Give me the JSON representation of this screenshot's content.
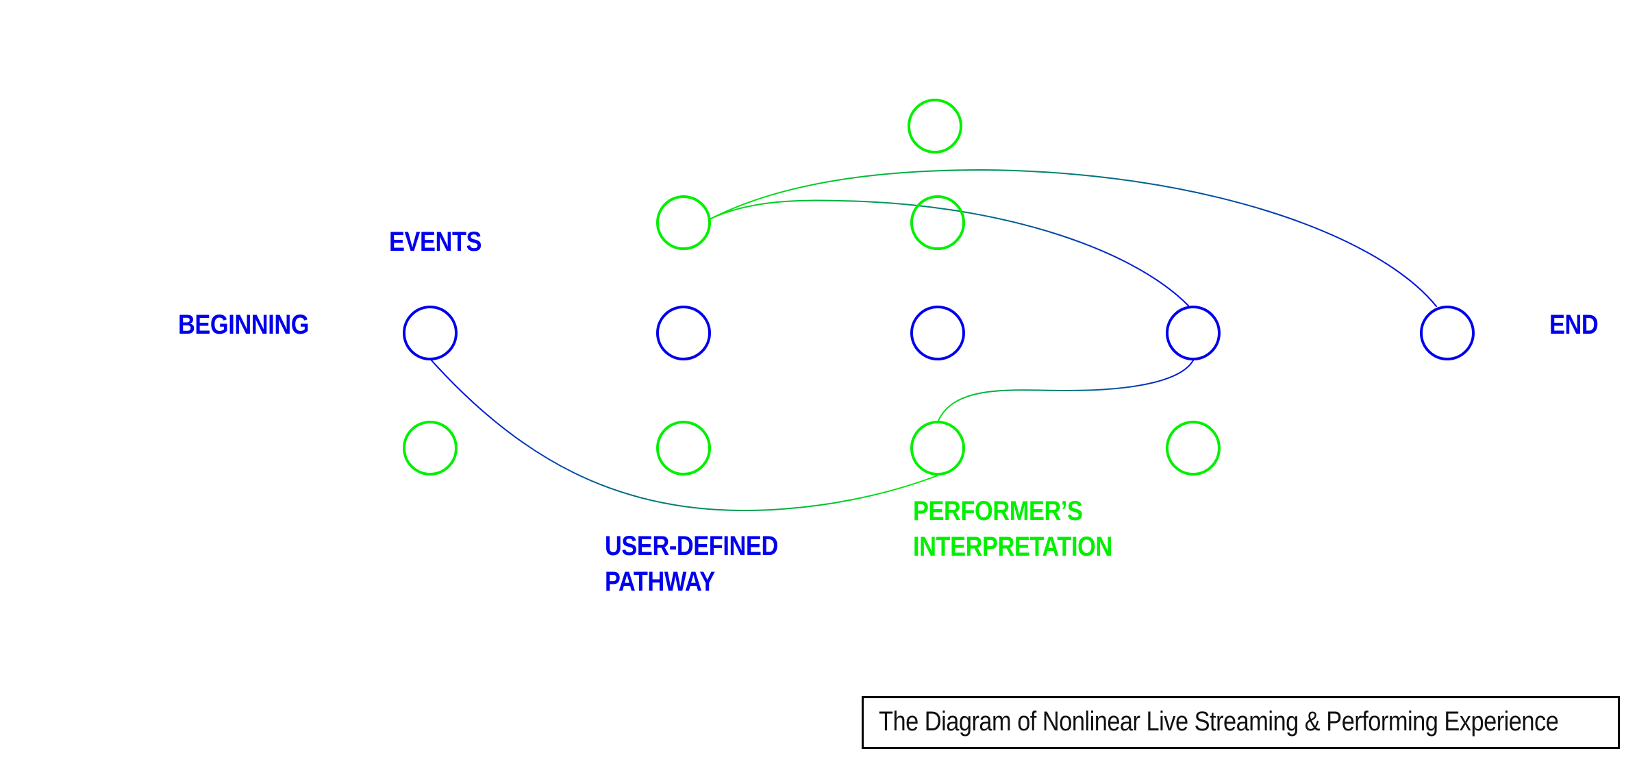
{
  "diagram": {
    "title": "The Diagram of Nonlinear Live Streaming & Performing Experience",
    "colors": {
      "event": "#0000ee",
      "interpretation": "#00f000",
      "caption_border": "#000000",
      "caption_text": "#111111",
      "background": "#ffffff"
    },
    "labels": {
      "beginning": "BEGINNING",
      "events": "EVENTS",
      "end": "END",
      "user_defined_pathway": [
        "USER-DEFINED",
        "PATHWAY"
      ],
      "performers_interpretation": [
        "PERFORMER’S",
        "INTERPRETATION"
      ]
    },
    "nodes": [
      {
        "id": "event-1",
        "kind": "event"
      },
      {
        "id": "event-2",
        "kind": "event"
      },
      {
        "id": "event-3",
        "kind": "event"
      },
      {
        "id": "event-4",
        "kind": "event"
      },
      {
        "id": "event-5",
        "kind": "event"
      },
      {
        "id": "interp-top-3",
        "kind": "interpretation"
      },
      {
        "id": "interp-upper-2",
        "kind": "interpretation"
      },
      {
        "id": "interp-upper-3",
        "kind": "interpretation"
      },
      {
        "id": "interp-lower-1",
        "kind": "interpretation"
      },
      {
        "id": "interp-lower-2",
        "kind": "interpretation"
      },
      {
        "id": "interp-lower-3",
        "kind": "interpretation"
      },
      {
        "id": "interp-lower-4",
        "kind": "interpretation"
      }
    ],
    "connections": [
      {
        "from": "event-1",
        "to": "interp-lower-3",
        "gradient": "event-to-interpretation"
      },
      {
        "from": "interp-lower-3",
        "to": "event-4",
        "gradient": "interpretation-to-event"
      },
      {
        "from": "interp-upper-2",
        "to": "event-4",
        "gradient": "interpretation-to-event"
      },
      {
        "from": "interp-upper-2",
        "to": "event-5",
        "gradient": "interpretation-to-event"
      }
    ]
  }
}
